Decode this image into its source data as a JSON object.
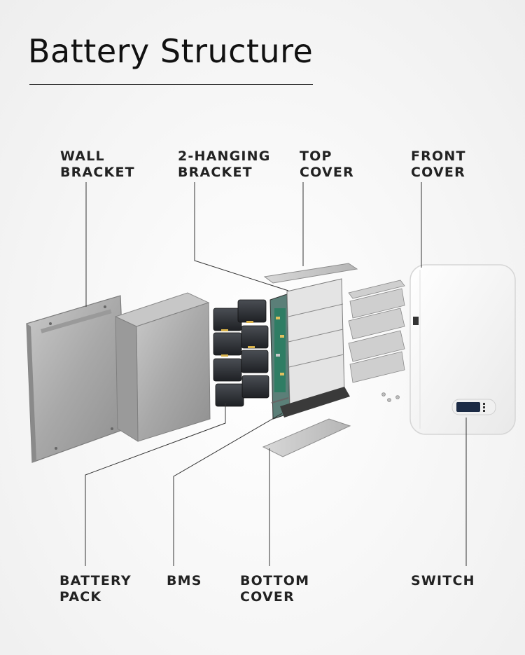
{
  "title": "Battery Structure",
  "labels": {
    "wall_bracket": [
      "WALL",
      "BRACKET"
    ],
    "hanging_bracket": [
      "2-HANGING",
      "BRACKET"
    ],
    "top_cover": [
      "TOP",
      "COVER"
    ],
    "front_cover": [
      "FRONT",
      "COVER"
    ],
    "battery_pack": [
      "BATTERY",
      "PACK"
    ],
    "bms": [
      "BMS"
    ],
    "bottom_cover": [
      "BOTTOM",
      "COVER"
    ],
    "switch": [
      "SWITCH"
    ]
  },
  "colors": {
    "text": "#222222",
    "leader_line": "#333333",
    "metal": "#a9a9a9",
    "cell": "#2a2d31",
    "front_cover": "#f7f7f7",
    "display": "#1c2b45",
    "pcb": "#2f7d64"
  }
}
